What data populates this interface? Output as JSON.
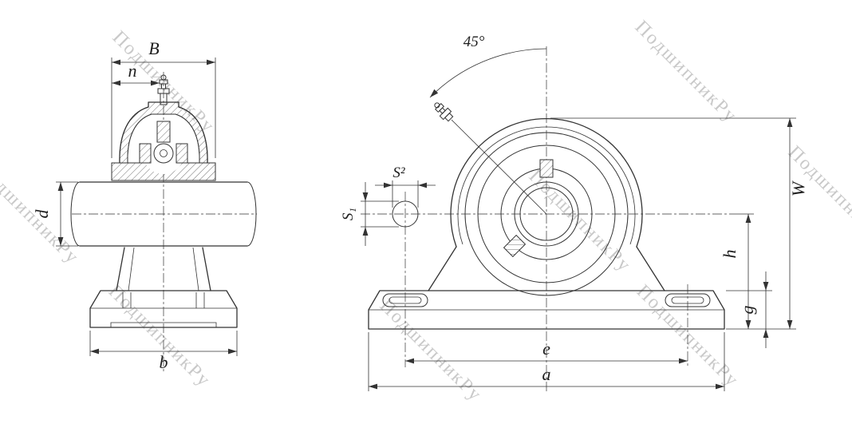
{
  "drawing": {
    "title": "pillow-block-bearing-unit-drawing",
    "background": "#ffffff",
    "line_color": "#333333"
  },
  "watermark": {
    "text": "ПодшипникРу",
    "color": "#c9c9c9"
  },
  "views": {
    "front": {
      "label": "front-section-view",
      "dims": {
        "B": "B",
        "n": "n",
        "d": "d",
        "b": "b"
      }
    },
    "side": {
      "label": "side-view",
      "dims": {
        "angle": "45°",
        "s2": "S²",
        "s1": "S₁",
        "w": "W",
        "h": "h",
        "g": "g",
        "e": "e",
        "a": "a"
      }
    }
  }
}
